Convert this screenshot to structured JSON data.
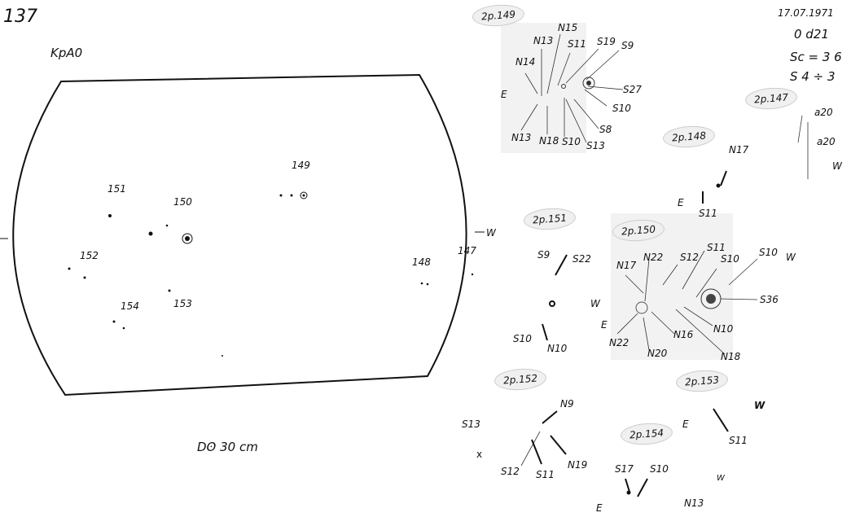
{
  "sheet": {
    "number": "137",
    "instrument": "KpA0",
    "scale": "Dʘ 30 cm",
    "date": "17.07.1971",
    "quality": "0 d21",
    "sc": "Sc = 3  6",
    "s": "S  4 ÷ 3"
  },
  "disk": {
    "groups": [
      "151",
      "150",
      "149",
      "152",
      "154",
      "153",
      "148",
      "147"
    ],
    "west_label": "W"
  },
  "details": {
    "g149": {
      "title": "2p.149",
      "labels": [
        "N13",
        "N15",
        "S11",
        "S19",
        "S9",
        "N14",
        "S27",
        "S10",
        "S8",
        "N13",
        "N18",
        "S10",
        "S13"
      ],
      "east": "E"
    },
    "g147": {
      "title": "2p.147",
      "labels": [
        "a20",
        "a20"
      ],
      "west": "W"
    },
    "g148": {
      "title": "2p.148",
      "labels": [
        "N17",
        "S11"
      ],
      "east": "E"
    },
    "g151": {
      "title": "2p.151",
      "labels": [
        "S9",
        "S22",
        "S10",
        "N10"
      ],
      "west": "W"
    },
    "g150": {
      "title": "2p.150",
      "labels": [
        "N17",
        "N22",
        "S12",
        "S11",
        "S10",
        "S10",
        "S36",
        "N22",
        "N20",
        "N16",
        "N10",
        "N18"
      ],
      "west": "W",
      "east": "E"
    },
    "g152": {
      "title": "2p.152",
      "labels": [
        "S13",
        "N9",
        "S12",
        "S11",
        "N19"
      ],
      "east": "x"
    },
    "g153": {
      "title": "2p.153",
      "labels": [
        "E",
        "S11",
        "W",
        "W",
        "N13"
      ]
    },
    "g154": {
      "title": "2p.154",
      "labels": [
        "S17",
        "S10"
      ],
      "east": "E"
    }
  }
}
